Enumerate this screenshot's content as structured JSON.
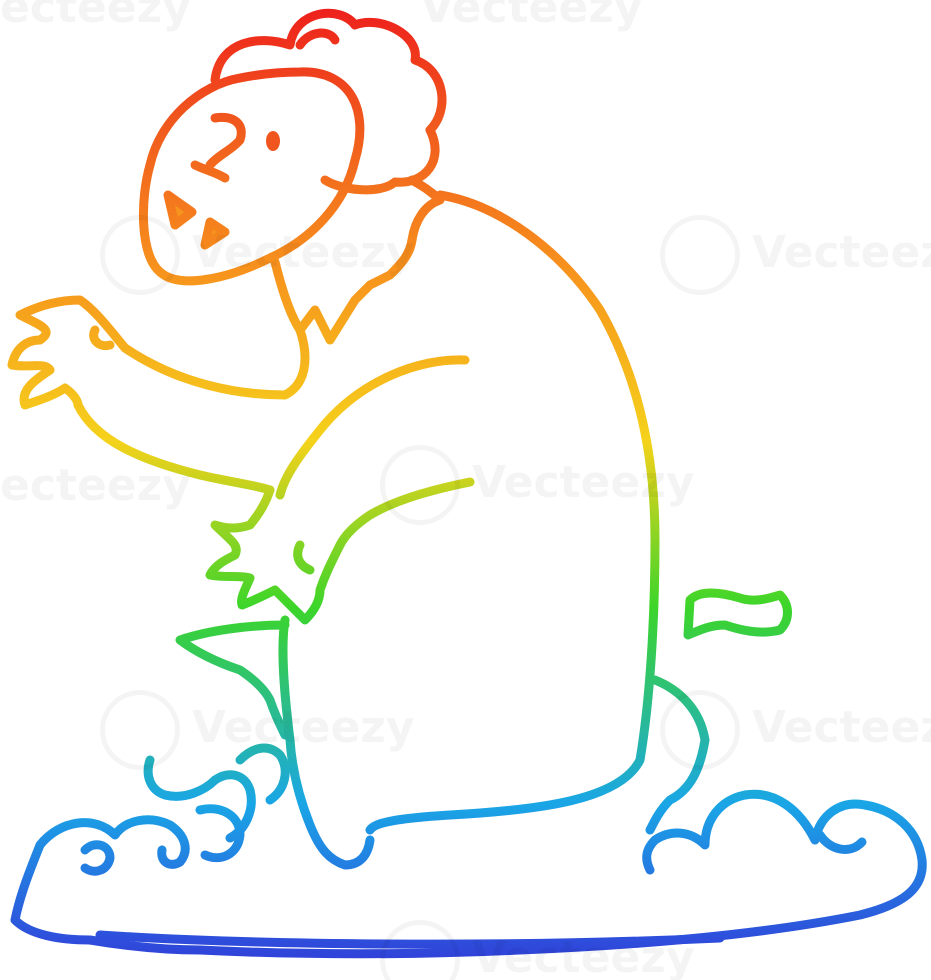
{
  "image": {
    "subject": "rainbow-line-cartoon-figure-on-cloud",
    "background_color": "#ffffff",
    "stroke_gradient": [
      "#ee1c1c",
      "#f7941d",
      "#f5d21b",
      "#3cd52a",
      "#1aa6e6",
      "#3434d8"
    ]
  },
  "watermark": {
    "text": "Vecteezy",
    "partial_text": "ecteezy"
  }
}
